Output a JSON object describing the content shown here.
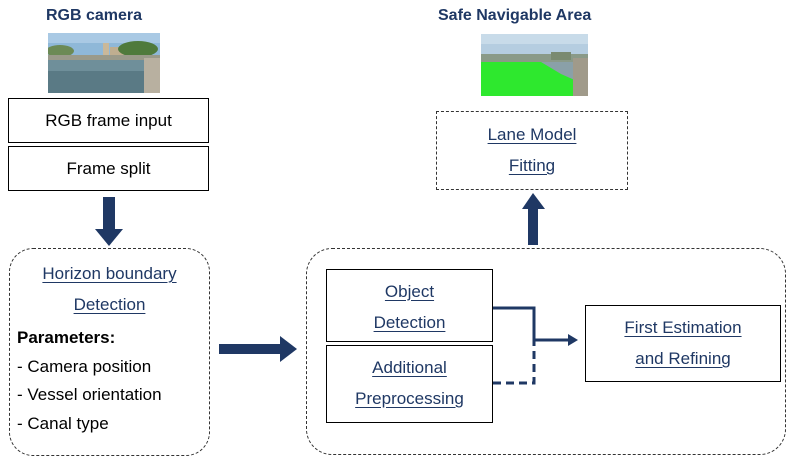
{
  "rgb_camera": {
    "title": "RGB camera",
    "thumbnail": "canal-scene-photo"
  },
  "safe_area": {
    "title": "Safe Navigable Area",
    "thumbnail": "canal-scene-green-overlay-photo"
  },
  "steps": {
    "rgb_frame_input": "RGB frame input",
    "frame_split": "Frame split",
    "lane_model_line1": "Lane Model",
    "lane_model_line2": "Fitting"
  },
  "horizon_group": {
    "title_line1": "Horizon boundary",
    "title_line2": "Detection",
    "parameters_label": "Parameters:",
    "parameters": [
      "- Camera position",
      "- Vessel orientation",
      "- Canal type"
    ]
  },
  "processing_group": {
    "object_detection_line1": "Object",
    "object_detection_line2": "Detection",
    "additional_line1": "Additional",
    "additional_line2": "Preprocessing",
    "first_estimation_line1": "First Estimation",
    "first_estimation_line2": "and Refining"
  },
  "colors": {
    "arrow": "#1F3864",
    "title": "#1F3864",
    "link": "#1F3864",
    "overlay_green": "#2EE82E"
  }
}
